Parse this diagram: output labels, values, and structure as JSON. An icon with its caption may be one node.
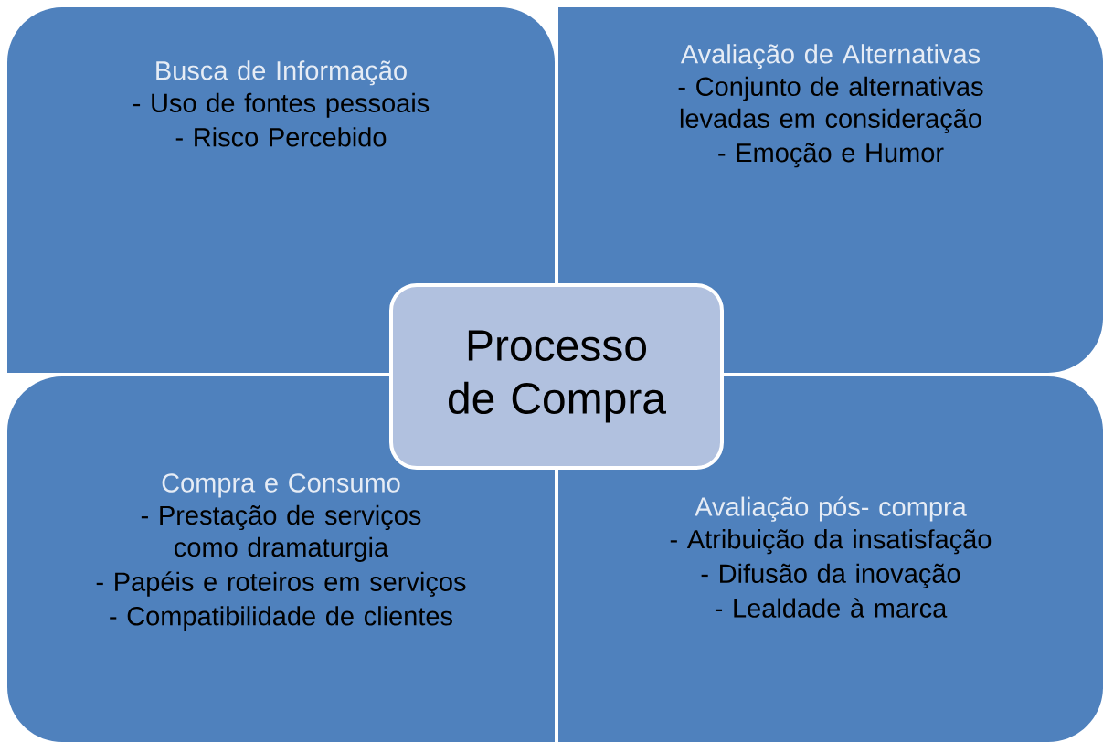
{
  "diagram": {
    "nodes": [
      {
        "text": [
          "Busca de Informação",
          "- Uso de fontes pessoais",
          "- Risco Percebido"
        ]
      },
      {
        "text": [
          "Avaliação de Alternativas",
          "- Conjunto de alternativas levadas em consideração",
          "- Emoção e Humor"
        ]
      },
      {
        "text": [
          "Processo de Compra"
        ]
      },
      {
        "text": [
          "Compra e Consumo",
          "- Prestação de serviços como dramaturgia",
          "- Papéis e roteiros em serviços",
          "- Compatibilidade de clientes"
        ]
      },
      {
        "text": [
          "Avaliação pós- compra",
          "- Atribuição da insatisfação",
          "- Difusão da inovação",
          "- Lealdade à marca"
        ]
      }
    ]
  }
}
